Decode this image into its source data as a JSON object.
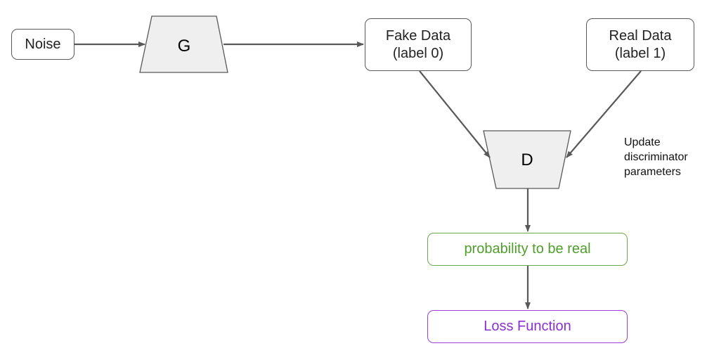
{
  "nodes": {
    "noise": "Noise",
    "generator": "G",
    "fake_data": {
      "line1": "Fake Data",
      "line2": "(label 0)"
    },
    "real_data": {
      "line1": "Real Data",
      "line2": "(label 1)"
    },
    "discriminator": "D",
    "probability": "probability to be real",
    "loss": "Loss Function"
  },
  "annotation": {
    "line1": "Update",
    "line2": "discriminator",
    "line3": "parameters"
  },
  "colors": {
    "edge": "#595959",
    "trapezoid_fill": "#efefef",
    "probability_accent": "#6aa84f",
    "loss_accent": "#9b3fd6"
  }
}
